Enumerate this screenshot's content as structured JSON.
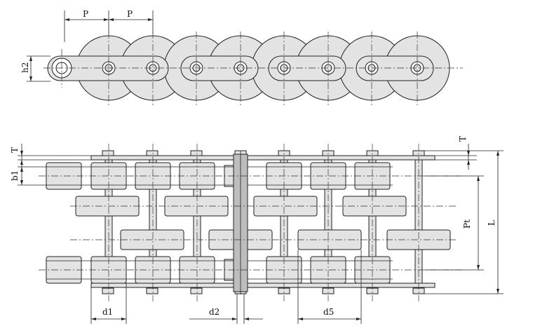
{
  "labels": {
    "pitch_1": "P",
    "pitch_2": "P",
    "h2": "h2",
    "T_left": "T",
    "T_right": "T",
    "b1": "b1",
    "Pt": "Pt",
    "L": "L",
    "d1": "d1",
    "d2": "d2",
    "d5": "d5"
  },
  "colors": {
    "part_fill": "#e3e3e3",
    "line": "#222222"
  }
}
